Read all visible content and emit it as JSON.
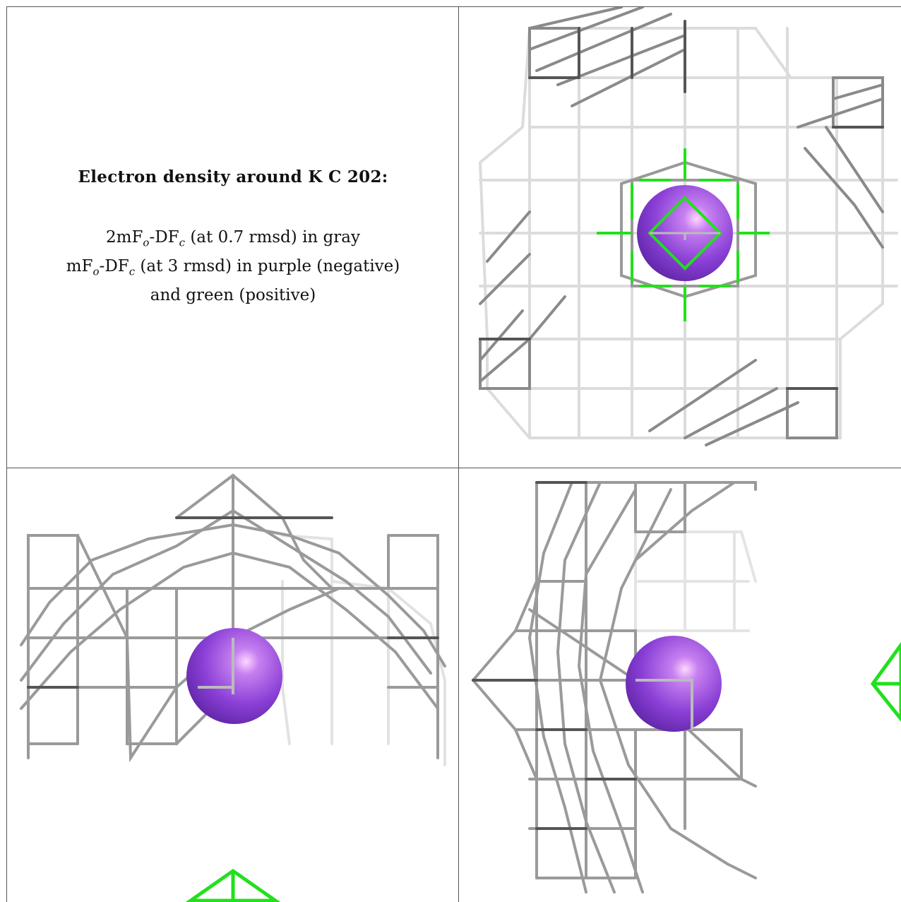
{
  "caption": {
    "title": "Electron density around K C 202:",
    "line1_pre": "2mF",
    "line1_sub1": "o",
    "line1_mid": "-DF",
    "line1_sub2": "c",
    "line1_post": " (at 0.7 rmsd) in gray",
    "line2_pre": "mF",
    "line2_sub1": "o",
    "line2_mid": "-DF",
    "line2_sub2": "c",
    "line2_post": " (at 3 rmsd) in purple (negative)",
    "line3": "and green (positive)"
  },
  "colors": {
    "mesh_gray": "#9a9a9a",
    "mesh_dark": "#555555",
    "mesh_light": "#d8d8d8",
    "atom_purple": "#8a3fd6",
    "positive_green": "#22e01c",
    "border": "#555555"
  },
  "panels": [
    {
      "view": "top-right",
      "content": "gray mesh around purple atom with green positive density cross"
    },
    {
      "view": "bottom-left",
      "content": "gray mesh arcs around purple atom, small green triangle below"
    },
    {
      "view": "bottom-right",
      "content": "gray mesh curve left of purple atom, green triangle at right edge"
    }
  ]
}
